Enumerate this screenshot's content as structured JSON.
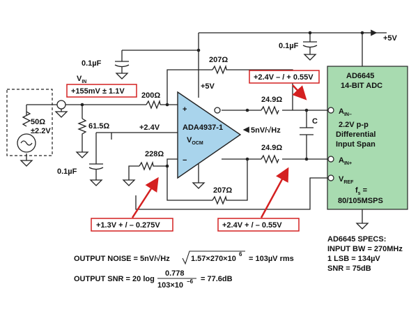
{
  "labels": {
    "vin": "V",
    "vin_sub": "IN",
    "vin_box": "+155mV ± 1.1V",
    "src_r": "50Ω",
    "src_v": "±2.2V",
    "r_200": "200Ω",
    "r_61_5": "61.5Ω",
    "cap_left_top": "0.1µF",
    "cap_left_bot": "0.1µF",
    "cap_right_top": "0.1µF",
    "supply_5v_amp": "+5V",
    "supply_5v_right": "+5V",
    "r_207_top": "207Ω",
    "r_207_bot": "207Ω",
    "r_228": "228Ω",
    "r_24_9_top": "24.9Ω",
    "r_24_9_bot": "24.9Ω",
    "vocm_v": "+2.4V",
    "amp_name": "ADA4937-1",
    "amp_vocm": "V",
    "amp_vocm_sub": "OCM",
    "amp_plus": "+",
    "amp_minus": "−",
    "noise_density": "5nV/√Hz",
    "cap_c": "C",
    "box_top_right": "+2.4V – / + 0.55V",
    "box_bottom_left": "+1.3V + / – 0.275V",
    "box_bottom_right": "+2.4V + / – 0.55V",
    "adc_title1": "AD6645",
    "adc_title2": "14-BIT ADC",
    "adc_ain_minus": "A",
    "adc_ain_minus_sub": "IN–",
    "adc_span1": "2.2V p-p",
    "adc_span2": "Differential",
    "adc_span3": "Input Span",
    "adc_ain_plus": "A",
    "adc_ain_plus_sub": "IN+",
    "adc_vref": "V",
    "adc_vref_sub": "REF",
    "adc_fs": "f",
    "adc_fs_sub": "s",
    "adc_fs_eq": " =",
    "adc_fs_val": "80/105MSPS",
    "specs_title": "AD6645 SPECS:",
    "specs_bw": "INPUT BW = 270MHz",
    "specs_lsb": "1 LSB = 134µV",
    "specs_snr": "SNR = 75dB",
    "eq_noise_label": "OUTPUT NOISE  =  5nV/√Hz",
    "eq_noise_radicand": "1.57×270×10",
    "eq_noise_exp": "6",
    "eq_noise_result": "= 103µV rms",
    "eq_snr_label": "OUTPUT SNR = 20 log",
    "eq_snr_num": "0.778",
    "eq_snr_den": "103×10",
    "eq_snr_den_exp": "−6",
    "eq_snr_result": "= 77.6dB"
  },
  "colors": {
    "adc_fill": "#a8dbb0",
    "amp_fill": "#a9d4ec",
    "red_box": "#d42020",
    "arrow": "#d42020"
  }
}
